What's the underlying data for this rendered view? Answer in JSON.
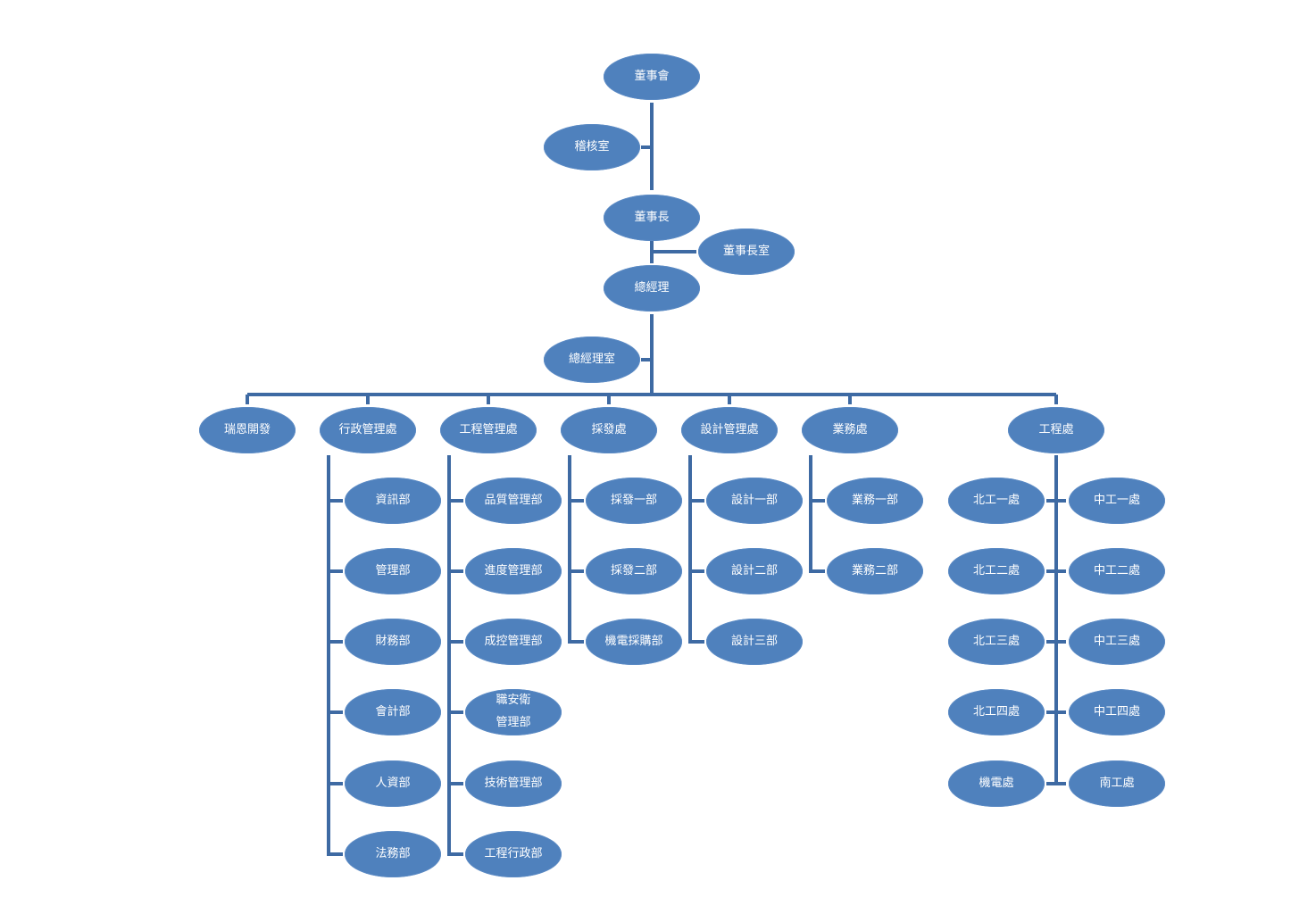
{
  "colors": {
    "node_fill": "#4f81bd",
    "line": "#3e6aa3",
    "text": "#ffffff"
  },
  "nodes": {
    "board": "董事會",
    "audit": "稽核室",
    "chairman": "董事長",
    "chairman_office": "董事長室",
    "gm": "總經理",
    "gm_office": "總經理室",
    "ruien": "瑞恩開發",
    "admin": "行政管理處",
    "eng_mgmt": "工程管理處",
    "procurement": "採發處",
    "design": "設計管理處",
    "business": "業務處",
    "engineering": "工程處",
    "info": "資訊部",
    "management": "管理部",
    "finance": "財務部",
    "accounting": "會計部",
    "hr": "人資部",
    "legal": "法務部",
    "quality": "品質管理部",
    "schedule": "進度管理部",
    "cost": "成控管理部",
    "safety": "職安衛\n管理部",
    "tech": "技術管理部",
    "eng_admin": "工程行政部",
    "proc1": "採發一部",
    "proc2": "採發二部",
    "mep_proc": "機電採購部",
    "design1": "設計一部",
    "design2": "設計二部",
    "design3": "設計三部",
    "biz1": "業務一部",
    "biz2": "業務二部",
    "north1": "北工一處",
    "north2": "北工二處",
    "north3": "北工三處",
    "north4": "北工四處",
    "mep": "機電處",
    "central1": "中工一處",
    "central2": "中工二處",
    "central3": "中工三處",
    "central4": "中工四處",
    "south": "南工處"
  }
}
